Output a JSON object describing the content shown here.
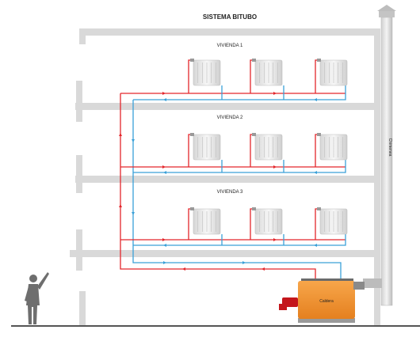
{
  "title": "SISTEMA BITUBO",
  "floors": [
    {
      "label": "VIVIENDA 1"
    },
    {
      "label": "VIVIENDA 2"
    },
    {
      "label": "VIVIENDA 3"
    }
  ],
  "chimney_label": "Chimenea",
  "boiler_label": "Caldera",
  "colors": {
    "supply": "#e3262b",
    "return": "#3aa0d8",
    "wall": "#d9d9d9",
    "boiler": "#f08c2a",
    "ground": "#555555"
  }
}
